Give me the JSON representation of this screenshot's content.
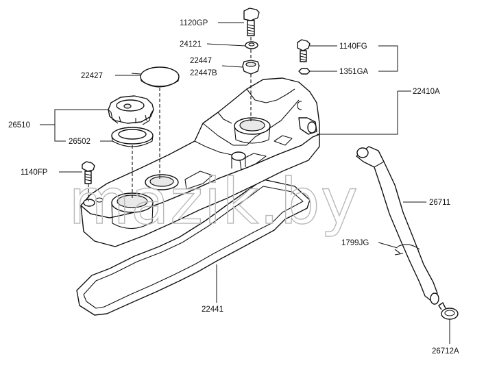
{
  "diagram": {
    "watermark": "mazik.by",
    "parts": [
      {
        "id": "p1",
        "label": "1120GP"
      },
      {
        "id": "p2",
        "label": "24121"
      },
      {
        "id": "p3",
        "label": "22447"
      },
      {
        "id": "p4",
        "label": "22447B"
      },
      {
        "id": "p5",
        "label": "22427"
      },
      {
        "id": "p6",
        "label": "1140FG"
      },
      {
        "id": "p7",
        "label": "1351GA"
      },
      {
        "id": "p8",
        "label": "22410A"
      },
      {
        "id": "p9",
        "label": "26510"
      },
      {
        "id": "p10",
        "label": "26502"
      },
      {
        "id": "p11",
        "label": "1140FP"
      },
      {
        "id": "p12",
        "label": "26711"
      },
      {
        "id": "p13",
        "label": "1799JG"
      },
      {
        "id": "p14",
        "label": "22441"
      },
      {
        "id": "p15",
        "label": "26712A"
      }
    ]
  }
}
